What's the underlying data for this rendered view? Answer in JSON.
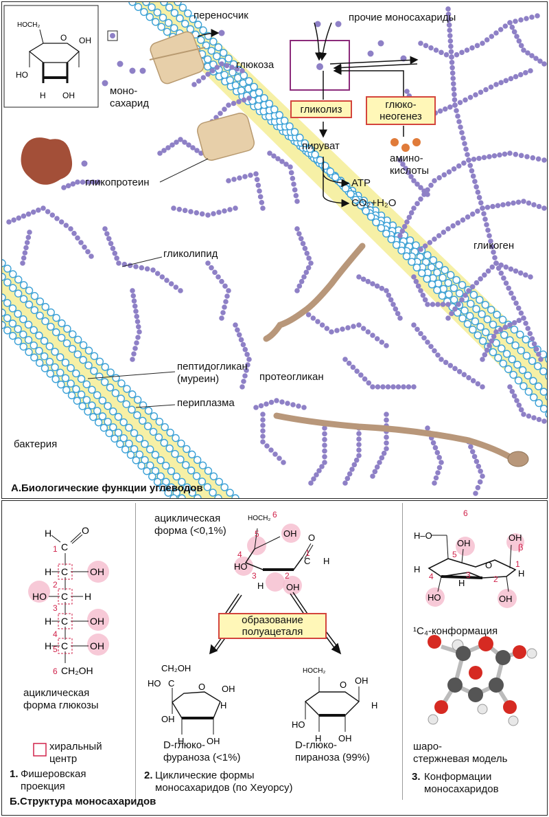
{
  "panel_a": {
    "title": "А.Биологические функции углеводов",
    "labels": {
      "transporter": "переносчик",
      "other_monosaccharides": "прочие моносахариды",
      "glucose": "глюкоза",
      "monosaccharide": "моно-\nсахарид",
      "glycolysis": "гликолиз",
      "gluconeogenesis": "глюко-\nнеогенез",
      "pyruvate": "пируват",
      "atp": "ATP",
      "co2_h2o": "CO₂+H₂O",
      "amino_acids": "амино-\nкислоты",
      "glycoprotein": "гликопротеин",
      "glycolipid": "гликолипид",
      "glycogen": "гликоген",
      "peptidoglycan": "пептидогликан\n(муреин)",
      "periplasm": "периплазма",
      "proteoglycan": "протеогликан",
      "bacterium": "бактерия"
    },
    "inset_structure": {
      "ch2": "HOCH₂",
      "o": "O",
      "oh": "OH",
      "h": "H"
    }
  },
  "panel_b": {
    "title": "Б.Структура моносахаридов",
    "fischer": {
      "atoms": {
        "h": "H",
        "c": "C",
        "o": "O",
        "oh": "OH",
        "ho": "HO",
        "ch2oh": "CH₂OH"
      },
      "numbers": [
        "1",
        "2",
        "3",
        "4",
        "5",
        "6"
      ],
      "caption": "ациклическая\nформа глюкозы",
      "legend": "хиральный\nцентр",
      "section_label_num": "1.",
      "section_label": "Фишеровская\nпроекция"
    },
    "haworth": {
      "acyclic_label": "ациклическая\nформа (<0,1%)",
      "hemiacetal_label": "образование\nполуацеталя",
      "furanose_label": "D-глюко-\nфураноза (<1%)",
      "pyranose_label": "D-глюко-\nпираноза (99%)",
      "section_label_num": "2.",
      "section_label": "Циклические формы\nмоносахаридов (по Хеуорсу)",
      "atoms": {
        "hoch2": "HOCH₂",
        "ch2oh": "CH₂OH",
        "ho": "HO",
        "oh": "OH",
        "h": "H",
        "o": "O",
        "c": "C"
      },
      "numbers": [
        "1",
        "2",
        "3",
        "4",
        "5",
        "6"
      ]
    },
    "conformation": {
      "beta": "β",
      "conformation_label": "¹C₄-конформация",
      "ball_label": "шаро-\nстержневая модель",
      "section_label_num": "3.",
      "section_label": "Конформации\nмоносахаридов",
      "atoms": {
        "h_o": "H–O",
        "oh": "OH",
        "ho": "HO",
        "h": "H",
        "o": "O"
      },
      "numbers": [
        "1",
        "2",
        "3",
        "4",
        "5",
        "6"
      ]
    }
  },
  "colors": {
    "membrane_fill": "#f6f0a6",
    "lipid_head": "#3aa0d6",
    "sugar_bead": "#8e80c6",
    "chiral_box": "#d0224a",
    "label_box_fill": "#fff7b8",
    "label_box_border": "#d3443c",
    "protein": "#e7cfa9",
    "proteoglycan_core": "#b8977a",
    "bacterium_blob": "#a34f38",
    "amino_acid": "#e07b3a",
    "glucose_frame": "#8b2a7a",
    "highlight": "#f6bfd0",
    "ball_carbon": "#555555",
    "ball_oxygen": "#d62a22",
    "ball_hydrogen": "#e8e8e8"
  }
}
